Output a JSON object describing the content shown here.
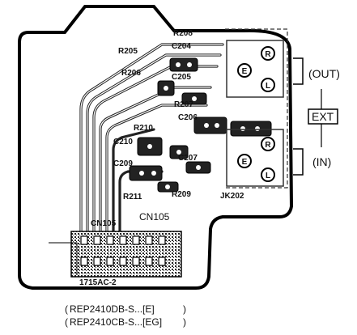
{
  "board_labels": {
    "r208": "R208",
    "r205": "R205",
    "r206": "R206",
    "r207": "R207",
    "r210": "R210",
    "r211": "R211",
    "r209": "R209",
    "c204": "C204",
    "c205": "C205",
    "c206": "C206",
    "c207": "C207",
    "c210": "C210",
    "c209": "C209",
    "cn105": "CN105",
    "cn105_main": "CN105",
    "jk202": "JK202",
    "board_code": "1715AC-2"
  },
  "jack_terminals": [
    "R",
    "E",
    "L",
    "R",
    "E",
    "L"
  ],
  "side_labels": {
    "out": "(OUT)",
    "ext": "EXT",
    "in": "(IN)"
  },
  "part_numbers": [
    "REP2410DB-S...[E]",
    "REP2410CB-S...[EG]"
  ]
}
